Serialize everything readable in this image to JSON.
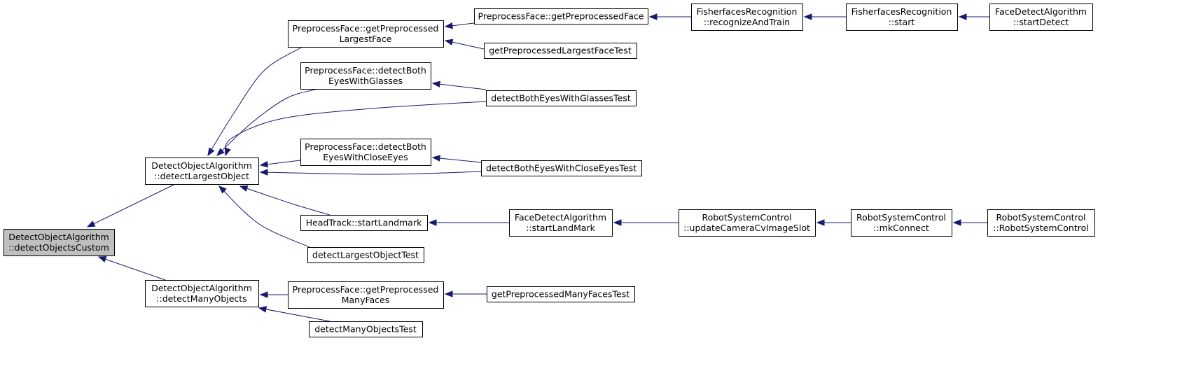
{
  "accent_color": "#191970",
  "nodes": [
    {
      "id": "n0",
      "lines": [
        "DetectObjectAlgorithm",
        "::detectObjectsCustom"
      ],
      "current": true
    },
    {
      "id": "n1",
      "lines": [
        "DetectObjectAlgorithm",
        "::detectLargestObject"
      ]
    },
    {
      "id": "n2",
      "lines": [
        "DetectObjectAlgorithm",
        "::detectManyObjects"
      ]
    },
    {
      "id": "n3",
      "lines": [
        "PreprocessFace::getPreprocessed",
        "LargestFace"
      ]
    },
    {
      "id": "n4",
      "lines": [
        "PreprocessFace::detectBoth",
        "EyesWithGlasses"
      ]
    },
    {
      "id": "n5",
      "lines": [
        "PreprocessFace::detectBoth",
        "EyesWithCloseEyes"
      ]
    },
    {
      "id": "n6",
      "lines": [
        "HeadTrack::startLandmark"
      ]
    },
    {
      "id": "n7",
      "lines": [
        "detectLargestObjectTest"
      ]
    },
    {
      "id": "n8",
      "lines": [
        "PreprocessFace::getPreprocessed",
        "ManyFaces"
      ]
    },
    {
      "id": "n9",
      "lines": [
        "detectManyObjectsTest"
      ]
    },
    {
      "id": "n10",
      "lines": [
        "PreprocessFace::getPreprocessedFace"
      ]
    },
    {
      "id": "n11",
      "lines": [
        "getPreprocessedLargestFaceTest"
      ]
    },
    {
      "id": "n12",
      "lines": [
        "detectBothEyesWithGlassesTest"
      ]
    },
    {
      "id": "n13",
      "lines": [
        "detectBothEyesWithCloseEyesTest"
      ]
    },
    {
      "id": "n14",
      "lines": [
        "FaceDetectAlgorithm",
        "::startLandMark"
      ]
    },
    {
      "id": "n15",
      "lines": [
        "getPreprocessedManyFacesTest"
      ]
    },
    {
      "id": "n16",
      "lines": [
        "FisherfacesRecognition",
        "::recognizeAndTrain"
      ]
    },
    {
      "id": "n17",
      "lines": [
        "RobotSystemControl",
        "::updateCameraCvImageSlot"
      ]
    },
    {
      "id": "n18",
      "lines": [
        "FisherfacesRecognition",
        "::start"
      ]
    },
    {
      "id": "n19",
      "lines": [
        "RobotSystemControl",
        "::mkConnect"
      ]
    },
    {
      "id": "n20",
      "lines": [
        "FaceDetectAlgorithm",
        "::startDetect"
      ]
    },
    {
      "id": "n21",
      "lines": [
        "RobotSystemControl",
        "::RobotSystemControl"
      ]
    }
  ],
  "edges": [
    {
      "from": "n1",
      "to": "n0"
    },
    {
      "from": "n2",
      "to": "n0"
    },
    {
      "from": "n3",
      "to": "n1"
    },
    {
      "from": "n4",
      "to": "n1"
    },
    {
      "from": "n12",
      "to": "n1"
    },
    {
      "from": "n5",
      "to": "n1"
    },
    {
      "from": "n13",
      "to": "n1"
    },
    {
      "from": "n6",
      "to": "n1"
    },
    {
      "from": "n7",
      "to": "n1"
    },
    {
      "from": "n8",
      "to": "n2"
    },
    {
      "from": "n9",
      "to": "n2"
    },
    {
      "from": "n10",
      "to": "n3"
    },
    {
      "from": "n11",
      "to": "n3"
    },
    {
      "from": "n12",
      "to": "n4"
    },
    {
      "from": "n13",
      "to": "n5"
    },
    {
      "from": "n14",
      "to": "n6"
    },
    {
      "from": "n15",
      "to": "n8"
    },
    {
      "from": "n16",
      "to": "n10"
    },
    {
      "from": "n17",
      "to": "n14"
    },
    {
      "from": "n18",
      "to": "n16"
    },
    {
      "from": "n19",
      "to": "n17"
    },
    {
      "from": "n20",
      "to": "n18"
    },
    {
      "from": "n21",
      "to": "n19"
    }
  ]
}
